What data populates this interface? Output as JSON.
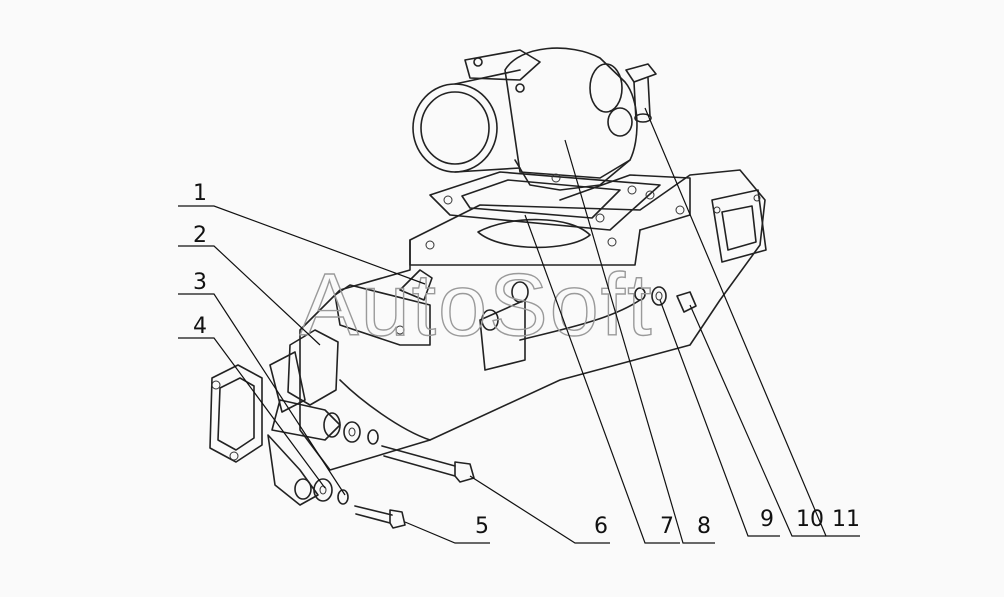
{
  "watermark": {
    "text": "AutoSoft"
  },
  "callouts": [
    {
      "number": "1"
    },
    {
      "number": "2"
    },
    {
      "number": "3"
    },
    {
      "number": "4"
    },
    {
      "number": "5"
    },
    {
      "number": "6"
    },
    {
      "number": "7"
    },
    {
      "number": "8"
    },
    {
      "number": "9"
    },
    {
      "number": "10"
    },
    {
      "number": "11"
    }
  ]
}
